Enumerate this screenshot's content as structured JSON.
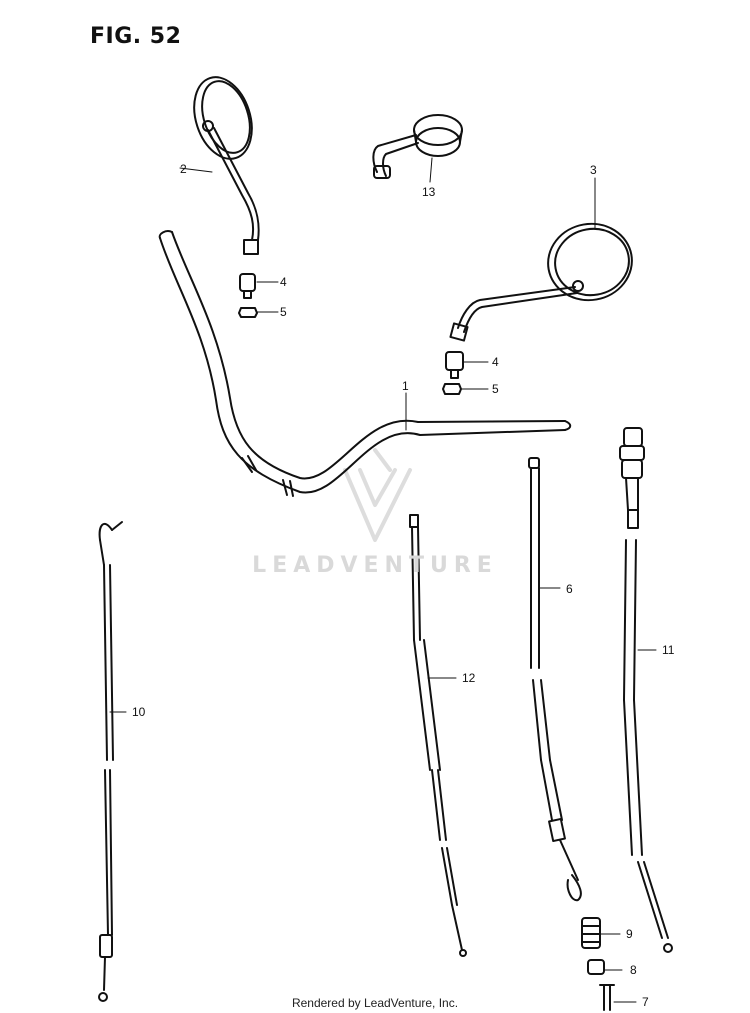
{
  "figure": {
    "title": "FIG. 52"
  },
  "watermark": {
    "text": "LEADVENTURE",
    "logo_icon": "leadventure-logo-icon"
  },
  "footer": {
    "text": "Rendered by LeadVenture, Inc."
  },
  "callouts": [
    {
      "id": "c1",
      "label": "1"
    },
    {
      "id": "c2",
      "label": "2"
    },
    {
      "id": "c3",
      "label": "3"
    },
    {
      "id": "c4a",
      "label": "4"
    },
    {
      "id": "c5a",
      "label": "5"
    },
    {
      "id": "c4b",
      "label": "4"
    },
    {
      "id": "c5b",
      "label": "5"
    },
    {
      "id": "c6",
      "label": "6"
    },
    {
      "id": "c7",
      "label": "7"
    },
    {
      "id": "c8",
      "label": "8"
    },
    {
      "id": "c9",
      "label": "9"
    },
    {
      "id": "c10",
      "label": "10"
    },
    {
      "id": "c11",
      "label": "11"
    },
    {
      "id": "c12",
      "label": "12"
    },
    {
      "id": "c13",
      "label": "13"
    }
  ],
  "colors": {
    "line": "#111111",
    "watermark": "#d9d9d9"
  }
}
